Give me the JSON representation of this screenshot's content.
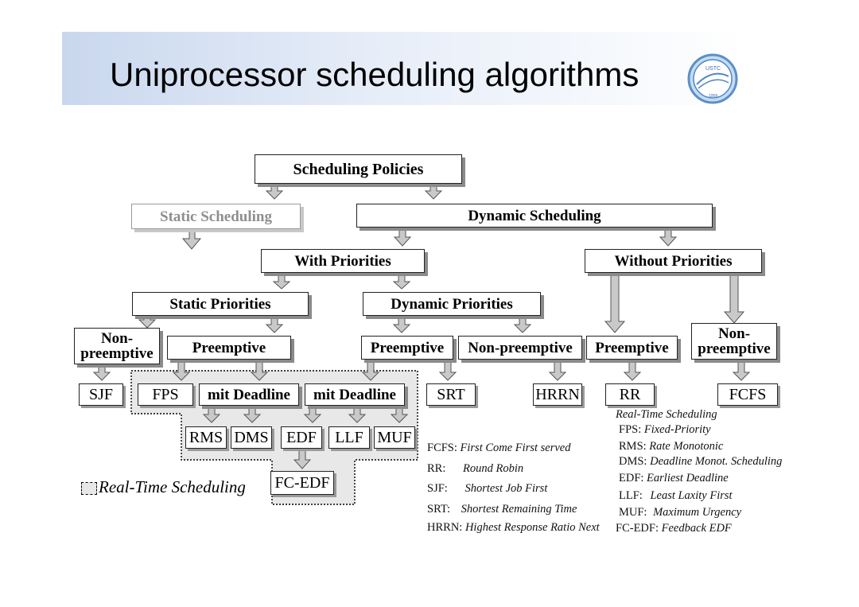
{
  "header": {
    "title": "Uniprocessor scheduling algorithms",
    "logo_text": "USTC",
    "logo_year": "1958"
  },
  "diagram": {
    "root": "Scheduling Policies",
    "static_scheduling": "Static Scheduling",
    "dynamic_scheduling": "Dynamic Scheduling",
    "with_priorities": "With Priorities",
    "without_priorities": "Without Priorities",
    "static_priorities": "Static Priorities",
    "dynamic_priorities": "Dynamic Priorities",
    "non_preemptive_static_1": "Non-",
    "non_preemptive_static_2": "preemptive",
    "preemptive_static": "Preemptive",
    "preemptive_dynamic": "Preemptive",
    "non_preemptive_dynamic": "Non-preemptive",
    "preemptive_without": "Preemptive",
    "non_preemptive_without_1": "Non-",
    "non_preemptive_without_2": "preemptive",
    "sjf": "SJF",
    "fps": "FPS",
    "mit_deadline_1": "mit Deadline",
    "mit_deadline_2": "mit Deadline",
    "srt": "SRT",
    "hrrn": "HRRN",
    "rr": "RR",
    "fcfs": "FCFS",
    "rms": "RMS",
    "dms": "DMS",
    "edf": "EDF",
    "llf": "LLF",
    "muf": "MUF",
    "fc_edf": "FC-EDF",
    "rt_legend": "Real-Time Scheduling"
  },
  "legend_left": [
    {
      "abbr": "FCFS:",
      "desc": "First Come First served"
    },
    {
      "abbr": "RR:",
      "desc": "Round Robin"
    },
    {
      "abbr": "SJF:",
      "desc": "Shortest Job First"
    },
    {
      "abbr": "SRT:",
      "desc": "Shortest Remaining Time"
    },
    {
      "abbr": "HRRN:",
      "desc": "Highest Response Ratio Next"
    }
  ],
  "legend_right": {
    "title": "Real-Time Scheduling",
    "items": [
      {
        "abbr": "FPS:",
        "desc": "Fixed-Priority"
      },
      {
        "abbr": "RMS:",
        "desc": "Rate Monotonic"
      },
      {
        "abbr": "DMS:",
        "desc": "Deadline Monot. Scheduling"
      },
      {
        "abbr": "EDF:",
        "desc": "Earliest Deadline"
      },
      {
        "abbr": "LLF:",
        "desc": "Least Laxity First"
      },
      {
        "abbr": "MUF:",
        "desc": "Maximum Urgency"
      },
      {
        "abbr": "FC-EDF:",
        "desc": "Feedback EDF"
      }
    ]
  },
  "colors": {
    "title_gradient_start": "#c9d7ee",
    "rt_region": "#e8e8e8",
    "arrow_fill": "#c9c9c9",
    "grey_text": "#8e8e8e"
  }
}
